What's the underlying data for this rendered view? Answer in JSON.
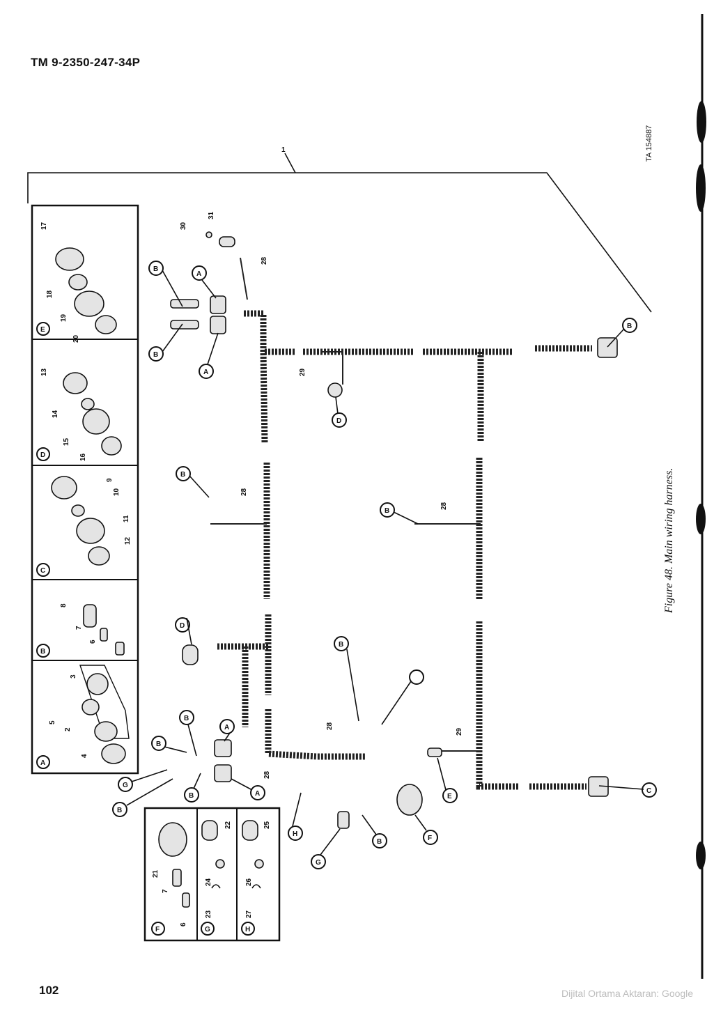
{
  "header": {
    "doc_id": "TM 9-2350-247-34P"
  },
  "page_number": "102",
  "watermark": "Dijital Ortama Aktaran: Google",
  "figure": {
    "caption": "Figure 48.   Main wiring harness.",
    "art_id": "TA 154887",
    "harness_item": "1"
  },
  "detail_boxes": [
    {
      "letter": "A",
      "items": [
        "2",
        "3",
        "4",
        "5"
      ]
    },
    {
      "letter": "B",
      "items": [
        "6",
        "7",
        "8"
      ]
    },
    {
      "letter": "C",
      "items": [
        "9",
        "10",
        "11",
        "12"
      ]
    },
    {
      "letter": "D",
      "items": [
        "13",
        "14",
        "15",
        "16"
      ]
    },
    {
      "letter": "E",
      "items": [
        "17",
        "18",
        "19",
        "20"
      ]
    },
    {
      "letter": "F",
      "items": [
        "21",
        "7",
        "6"
      ]
    },
    {
      "letter": "G",
      "items": [
        "22",
        "24",
        "23"
      ]
    },
    {
      "letter": "H",
      "items": [
        "25",
        "26",
        "27"
      ]
    }
  ],
  "callouts": {
    "letters": [
      "A",
      "A",
      "A",
      "A",
      "B",
      "B",
      "B",
      "B",
      "B",
      "B",
      "B",
      "B",
      "B",
      "B",
      "B",
      "C",
      "D",
      "D",
      "E",
      "F",
      "G",
      "G",
      "H"
    ],
    "numbers": [
      "28",
      "28",
      "28",
      "28",
      "28",
      "28",
      "29",
      "29",
      "30",
      "31"
    ]
  },
  "colors": {
    "ink": "#111111",
    "paper": "#ffffff",
    "watermark": "#bdbdbd"
  }
}
